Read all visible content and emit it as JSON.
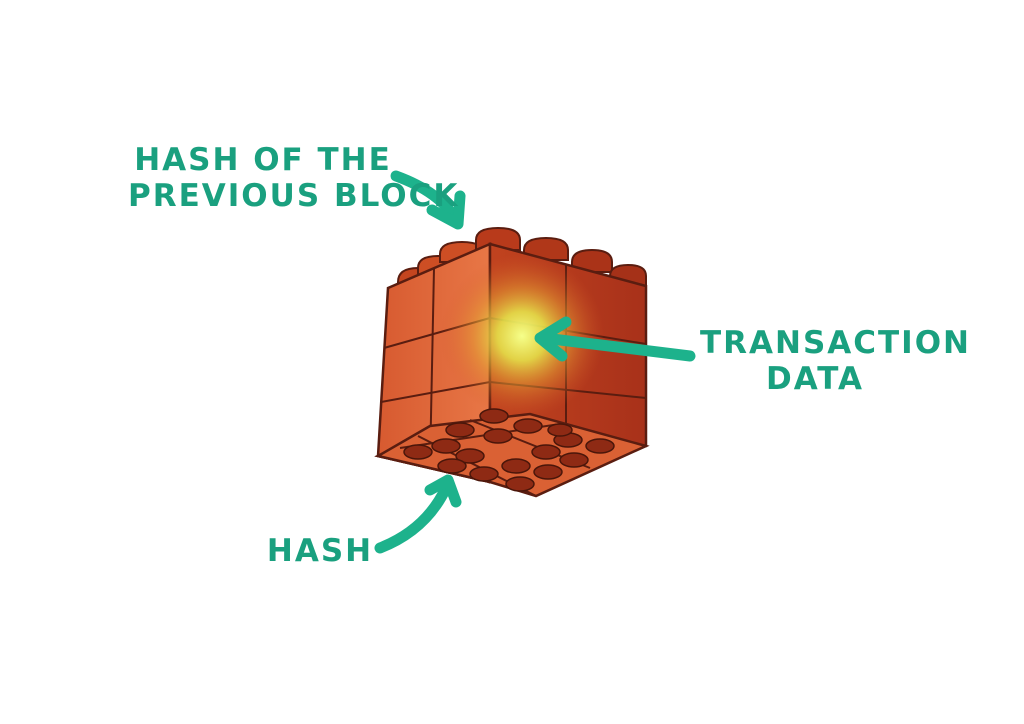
{
  "labels": {
    "hash_of_previous_block": [
      "HASH OF THE",
      "PREVIOUS BLOCK"
    ],
    "transaction_data": [
      "TRANSACTION",
      "DATA"
    ],
    "hash": [
      "HASH"
    ]
  },
  "colors": {
    "label": "#1aa07f",
    "arrow": "#1db28c",
    "brick_left": "#e0693a",
    "brick_right": "#b8381c",
    "brick_bottom": "#d85e33",
    "brick_line": "#5a1d10",
    "glow": "#f4ff7a"
  }
}
